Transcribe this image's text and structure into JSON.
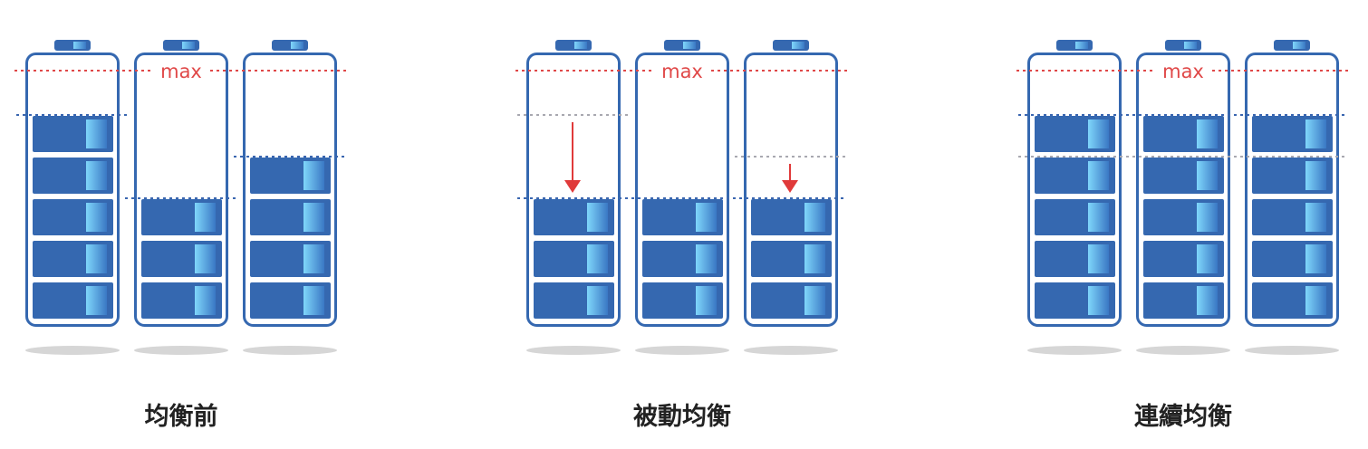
{
  "colors": {
    "battery": "#3568b0",
    "highlight": "#6cc8f5",
    "max_line": "#e04848",
    "arrow": "#e03a3a",
    "dotted_blue": "#3a66b0",
    "dotted_gray": "#a8a8b0",
    "shadow": "#d6d6d6"
  },
  "max_label": "max",
  "groups": [
    {
      "label": "均衡前",
      "cells": [
        5,
        3,
        4
      ],
      "arrows": []
    },
    {
      "label": "被動均衡",
      "cells": [
        3,
        3,
        3
      ],
      "arrows": [
        {
          "battery": 0,
          "from_cells": 5,
          "to_cells": 3
        },
        {
          "battery": 2,
          "from_cells": 4,
          "to_cells": 3
        }
      ]
    },
    {
      "label": "連續均衡",
      "cells": [
        5,
        5,
        5
      ],
      "arrows": []
    }
  ]
}
